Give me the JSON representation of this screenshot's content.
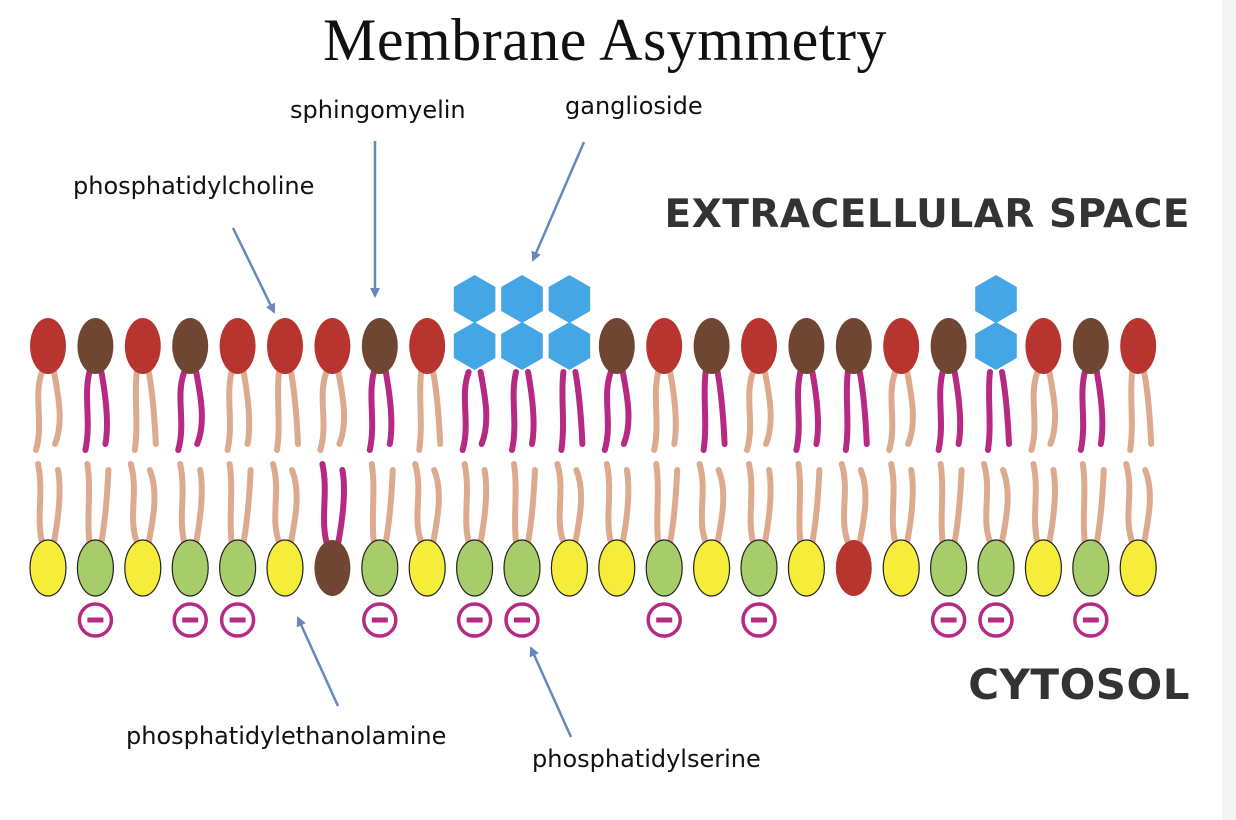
{
  "title": "Membrane Asymmetry",
  "regions": {
    "extracellular": "EXTRACELLULAR SPACE",
    "cytosol": "CYTOSOL"
  },
  "labels": {
    "phosphatidylcholine": "phosphatidylcholine",
    "sphingomyelin": "sphingomyelin",
    "ganglioside": "ganglioside",
    "phosphatidylethanolamine": "phosphatidylethanolamine",
    "phosphatidylserine": "phosphatidylserine"
  },
  "colors": {
    "phosphatidylcholine_head": "#b8342f",
    "sphingomyelin_head": "#6e4631",
    "phosphatidylethanolamine_head": "#f6ec3a",
    "phosphatidylserine_head": "#a6cd6a",
    "sugar": "#45a6e6",
    "tail_light": "#deaa8e",
    "tail_dark": "#b62a84",
    "negative_charge": "#b62a84",
    "arrow": "#6688bb"
  },
  "negative_charge_symbol": "−",
  "outer_leaflet": [
    "PC",
    "SM",
    "PC",
    "SM",
    "PC",
    "PC",
    "PC",
    "SM",
    "PC",
    "GG",
    "GG",
    "GG",
    "SM",
    "PC",
    "SM",
    "PC",
    "SM",
    "SM",
    "PC",
    "SM",
    "GG1",
    "PC",
    "SM",
    "PC"
  ],
  "inner_leaflet": [
    "PE",
    "PS",
    "PE",
    "PS",
    "PS",
    "PE",
    "SM",
    "PS",
    "PE",
    "PS",
    "PS",
    "PE",
    "PE",
    "PS",
    "PE",
    "PS",
    "PE",
    "PC",
    "PE",
    "PS",
    "PS",
    "PE",
    "PS",
    "PE"
  ]
}
